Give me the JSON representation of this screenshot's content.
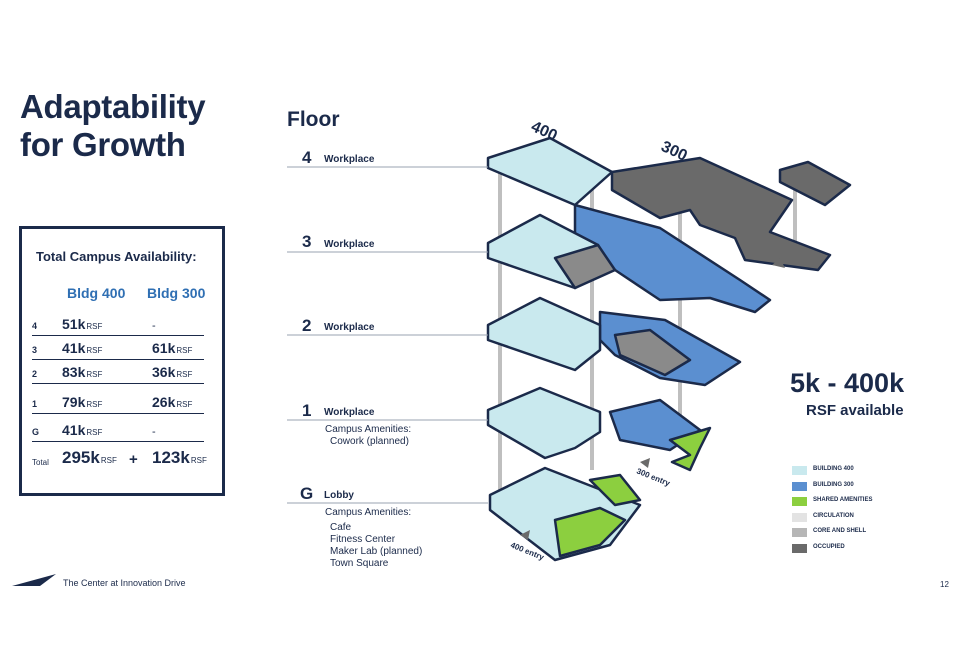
{
  "title": {
    "line1": "Adaptability",
    "line2": "for Growth"
  },
  "availability": {
    "heading": "Total Campus Availability:",
    "col1": "Bldg 400",
    "col2": "Bldg 300",
    "rows": [
      {
        "floor": "4",
        "b400": "51k",
        "b300": "-"
      },
      {
        "floor": "3",
        "b400": "41k",
        "b300": "61k"
      },
      {
        "floor": "2",
        "b400": "83k",
        "b300": "36k"
      },
      {
        "floor": "1",
        "b400": "79k",
        "b300": "26k"
      },
      {
        "floor": "G",
        "b400": "41k",
        "b300": "-"
      }
    ],
    "unit": "RSF",
    "total_label": "Total",
    "total_b400": "295k",
    "total_b300": "123k",
    "plus": "+"
  },
  "diagram": {
    "floor_heading": "Floor",
    "floors": [
      {
        "num": "4",
        "label": "Workplace"
      },
      {
        "num": "3",
        "label": "Workplace"
      },
      {
        "num": "2",
        "label": "Workplace"
      },
      {
        "num": "1",
        "label": "Workplace",
        "sub_title": "Campus Amenities:",
        "sub_items": [
          "Cowork (planned)"
        ]
      },
      {
        "num": "G",
        "label": "Lobby",
        "sub_title": "Campus Amenities:",
        "sub_items": [
          "Cafe",
          "Fitness Center",
          "Maker Lab (planned)",
          "Town Square"
        ]
      }
    ],
    "bldg400_label": "400",
    "bldg300_label": "300",
    "entry400": "400 entry",
    "entry300": "300 entry"
  },
  "highlight": {
    "range": "5k - 400k",
    "sub": "RSF available"
  },
  "legend": [
    {
      "label": "BUILDING 400",
      "color": "#c9e9ee"
    },
    {
      "label": "BUILDING 300",
      "color": "#5b8fd0"
    },
    {
      "label": "SHARED AMENITIES",
      "color": "#8ccf3f"
    },
    {
      "label": "CIRCULATION",
      "color": "#e3e3e3"
    },
    {
      "label": "CORE AND SHELL",
      "color": "#b6b6b6"
    },
    {
      "label": "OCCUPIED",
      "color": "#6a6a6a"
    }
  ],
  "footer": {
    "company": "The Center at Innovation Drive",
    "page": "12"
  }
}
